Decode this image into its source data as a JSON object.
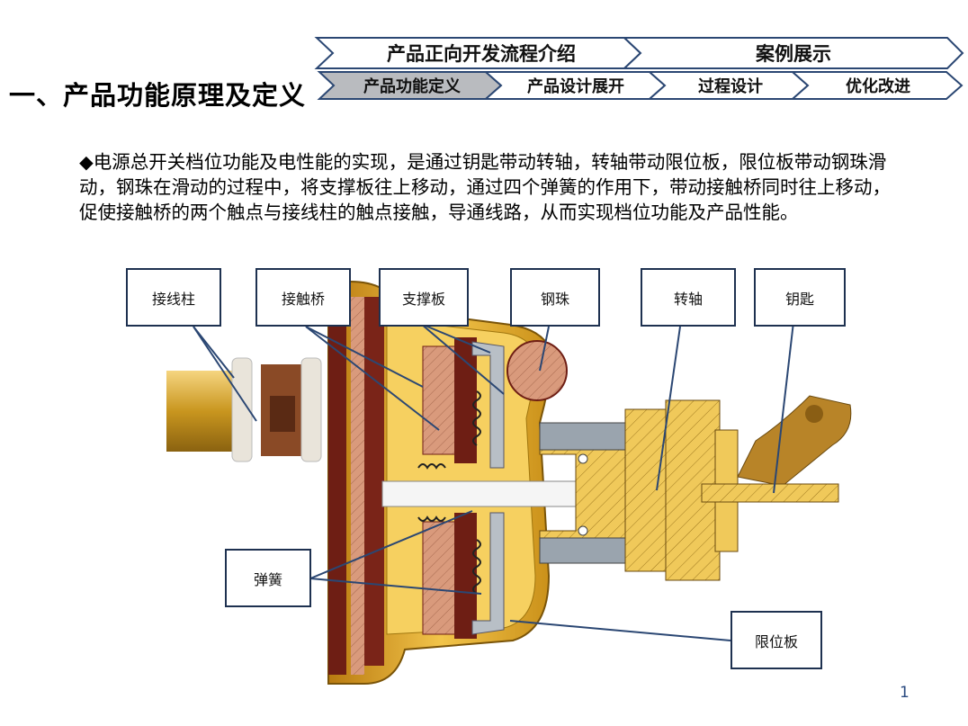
{
  "header": {
    "section_title": "一、产品功能原理及定义",
    "nav_top": [
      "产品正向开发流程介绍",
      "案例展示"
    ],
    "nav_bottom": [
      "产品功能定义",
      "产品设计展开",
      "过程设计",
      "优化改进"
    ],
    "active_step": "产品功能定义"
  },
  "body": {
    "paragraph": "◆电源总开关档位功能及电性能的实现，是通过钥匙带动转轴，转轴带动限位板，限位板带动钢珠滑动，钢珠在滑动的过程中，将支撑板往上移动，通过四个弹簧的作用下，带动接触桥同时往上移动，促使接触桥的两个触点与接线柱的触点接触，导通线路，从而实现档位功能及产品性能。"
  },
  "diagram": {
    "labels": {
      "terminal": "接线柱",
      "contact_bridge": "接触桥",
      "support_plate": "支撑板",
      "steel_ball": "钢珠",
      "shaft": "转轴",
      "key": "钥匙",
      "spring": "弹簧",
      "limit_plate": "限位板"
    }
  },
  "footer": {
    "page_number": "1"
  },
  "colors": {
    "nav_active": "#b9bbbf",
    "nav_inactive": "#ffffff",
    "nav_border": "#2b4773",
    "label_border": "#1e3150",
    "leader_line": "#2b4773",
    "housing_gold": "#d9a21c",
    "copper": "#d79a7a",
    "dark_red": "#7a2418",
    "brass": "#f0c95a"
  }
}
